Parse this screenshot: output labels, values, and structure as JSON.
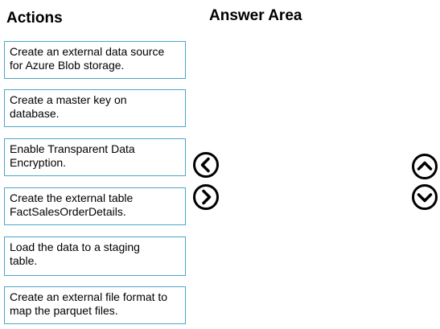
{
  "headings": {
    "actions": "Actions",
    "answer_area": "Answer Area"
  },
  "actions": [
    {
      "line1": "Create an external data source",
      "line2": "for Azure Blob storage."
    },
    {
      "line1": "Create a master key on",
      "line2": "database."
    },
    {
      "line1": "Enable Transparent Data",
      "line2": "Encryption."
    },
    {
      "line1": "Create the external table",
      "line2": "FactSalesOrderDetails."
    },
    {
      "line1": "Load the data to a staging",
      "line2": "table."
    },
    {
      "line1": "Create an external file format to",
      "line2": "map the parquet files."
    }
  ],
  "controls": {
    "move_left": "chevron-left-icon",
    "move_right": "chevron-right-icon",
    "move_up": "chevron-up-icon",
    "move_down": "chevron-down-icon"
  },
  "colors": {
    "box_border": "#4da6c7"
  }
}
